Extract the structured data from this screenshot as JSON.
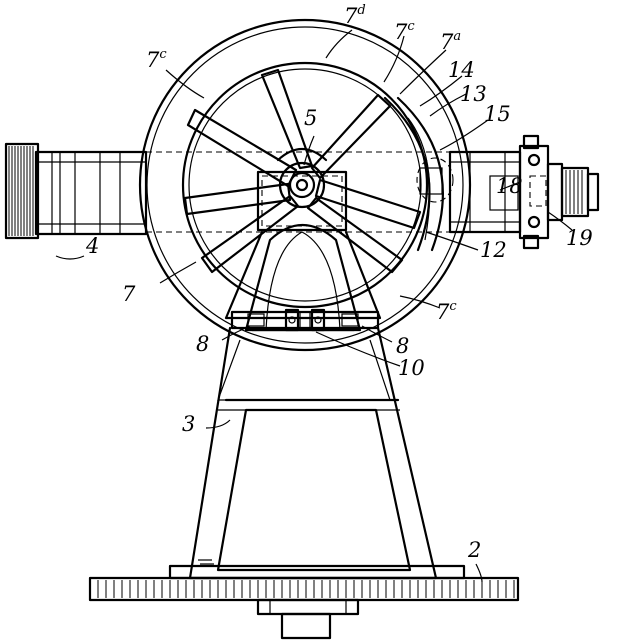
{
  "labels": {
    "l2": "2",
    "l3": "3",
    "l4": "4",
    "l5": "5",
    "l7": "7",
    "l7c_left": "7",
    "l7c_left_sup": "c",
    "l7d": "7",
    "l7d_sup": "d",
    "l7c_top": "7",
    "l7c_top_sup": "c",
    "l7a": "7",
    "l7a_sup": "a",
    "l7c_bottom": "7",
    "l7c_bottom_sup": "c",
    "l8_left": "8",
    "l8_right": "8",
    "l10": "10",
    "l12": "12",
    "l13": "13",
    "l14": "14",
    "l15": "15",
    "l18": "18",
    "l19": "19"
  }
}
